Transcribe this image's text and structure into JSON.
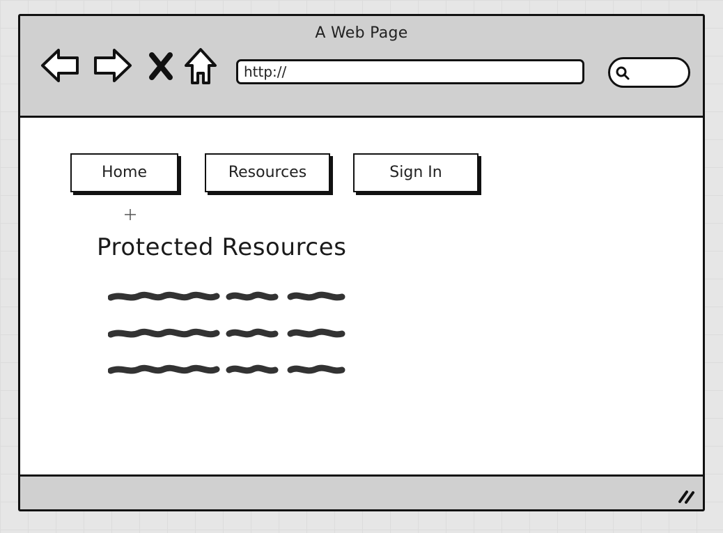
{
  "window": {
    "title": "A Web Page"
  },
  "toolbar": {
    "back_icon": "arrow-left-icon",
    "forward_icon": "arrow-right-icon",
    "stop_icon": "close-x-icon",
    "home_icon": "home-icon",
    "url_value": "http://",
    "search_icon": "search-icon"
  },
  "nav": {
    "items": [
      {
        "label": "Home"
      },
      {
        "label": "Resources"
      },
      {
        "label": "Sign In"
      }
    ]
  },
  "main": {
    "heading": "Protected Resources",
    "placeholder_lines": 3
  },
  "statusbar": {
    "resize_icon": "resize-grip-icon"
  },
  "colors": {
    "chrome": "#d0d0d0",
    "ink": "#111111",
    "canvas": "#ffffff",
    "backdrop": "#e6e6e6"
  }
}
